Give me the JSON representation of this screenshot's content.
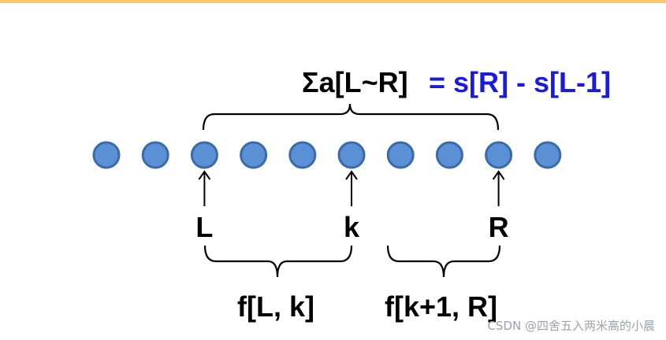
{
  "diagram": {
    "formula": {
      "left": "Σa[L~R]",
      "right": "= s[R] - s[L-1]"
    },
    "node_count": 10,
    "pointers": [
      {
        "node_index": 2,
        "label": "L"
      },
      {
        "node_index": 5,
        "label": "k"
      },
      {
        "node_index": 8,
        "label": "R"
      }
    ],
    "ranges": {
      "left": "f[L, k]",
      "right": "f[k+1, R]"
    },
    "colors": {
      "node_fill": "#5b8fd6",
      "node_stroke": "#3a6aa8",
      "formula_right": "#1a1adf",
      "text": "#000000"
    }
  },
  "watermark": "CSDN @四舍五入两米高的小晨"
}
